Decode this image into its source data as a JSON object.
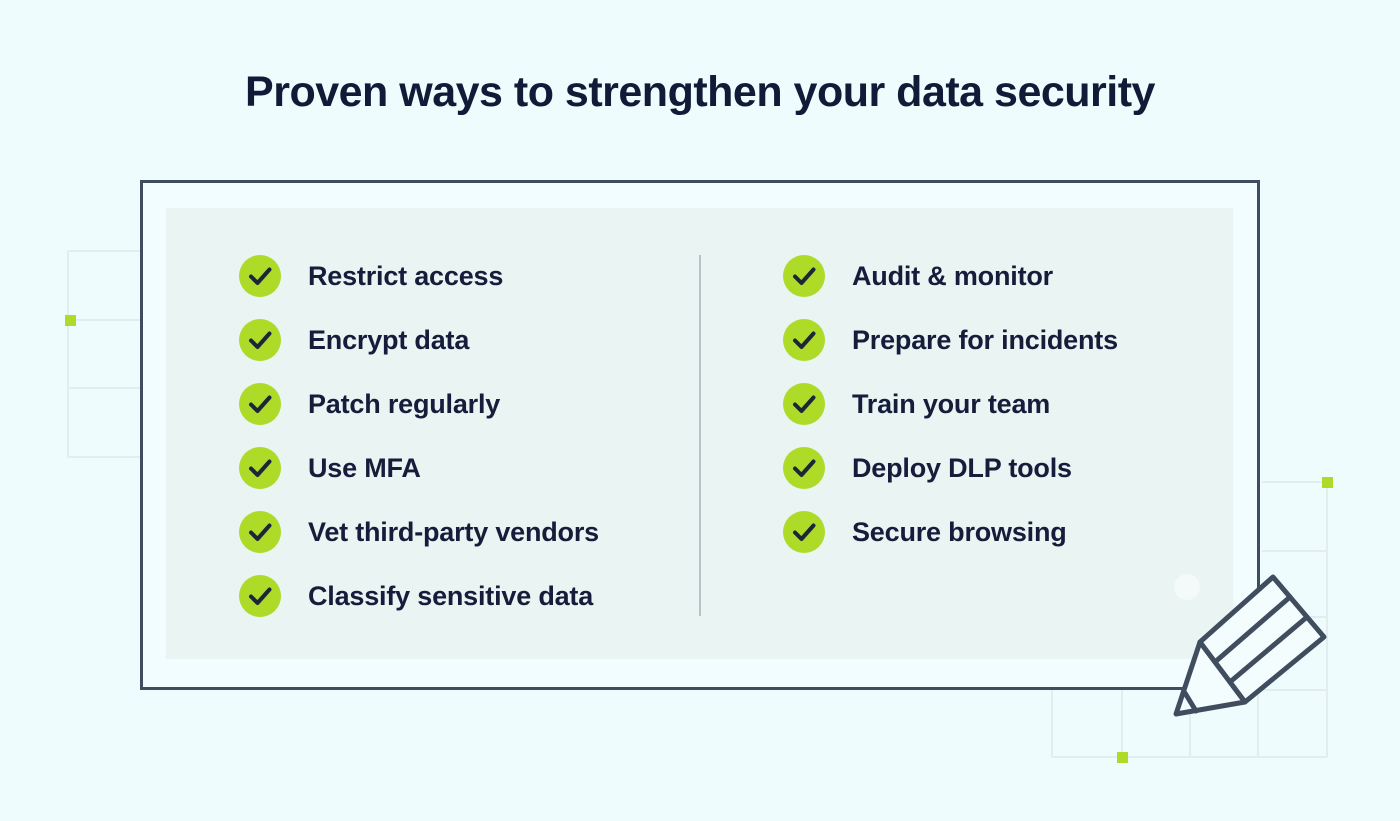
{
  "title": "Proven ways to strengthen your data security",
  "checklist": {
    "left": [
      "Restrict access",
      "Encrypt data",
      "Patch regularly",
      "Use MFA",
      "Vet third-party vendors",
      "Classify sensitive data"
    ],
    "right": [
      "Audit & monitor",
      "Prepare for incidents",
      "Train your team",
      "Deploy DLP tools",
      "Secure browsing"
    ]
  },
  "icons": {
    "item_icon": "check-icon",
    "decoration_icon": "pencil-icon"
  },
  "colors": {
    "page_background": "#eefcfd",
    "card_background": "#f1fdfe",
    "panel_background": "#e9f4f3",
    "card_border": "#3f4d5f",
    "text_navy": "#151d3b",
    "accent_lime": "#aeda28",
    "check_stroke": "#1c2638",
    "column_divider": "#b6c3c7",
    "grid_line": "#e3edee"
  }
}
